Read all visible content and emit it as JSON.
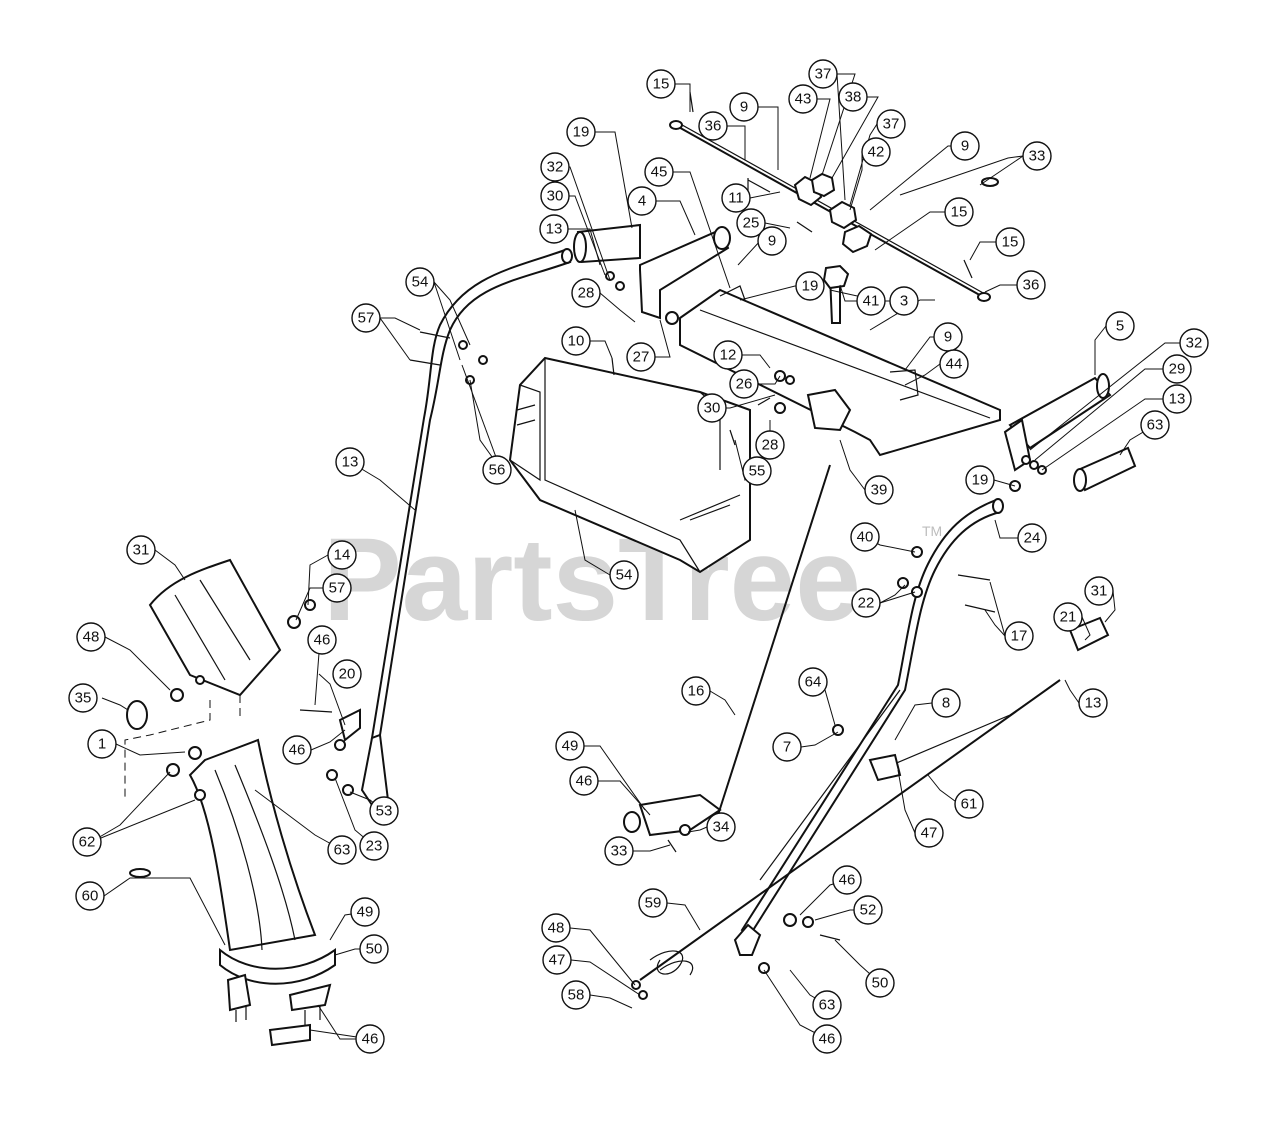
{
  "watermark": {
    "text": "PartsTree",
    "trademark": "TM"
  },
  "callouts": [
    "15",
    "9",
    "36",
    "43",
    "37",
    "38",
    "37",
    "9",
    "42",
    "33",
    "11",
    "19",
    "45",
    "32",
    "30",
    "4",
    "25",
    "13",
    "9",
    "15",
    "15",
    "36",
    "54",
    "28",
    "19",
    "41",
    "3",
    "57",
    "27",
    "10",
    "9",
    "12",
    "5",
    "32",
    "26",
    "44",
    "29",
    "30",
    "13",
    "56",
    "28",
    "19",
    "63",
    "55",
    "39",
    "13",
    "40",
    "24",
    "54",
    "22",
    "31",
    "14",
    "57",
    "17",
    "21",
    "31",
    "48",
    "46",
    "20",
    "35",
    "16",
    "13",
    "64",
    "8",
    "1",
    "49",
    "46",
    "7",
    "62",
    "46",
    "53",
    "61",
    "34",
    "47",
    "23",
    "63",
    "33",
    "60",
    "49",
    "46",
    "52",
    "59",
    "50",
    "48",
    "50",
    "47",
    "63",
    "58",
    "46"
  ]
}
